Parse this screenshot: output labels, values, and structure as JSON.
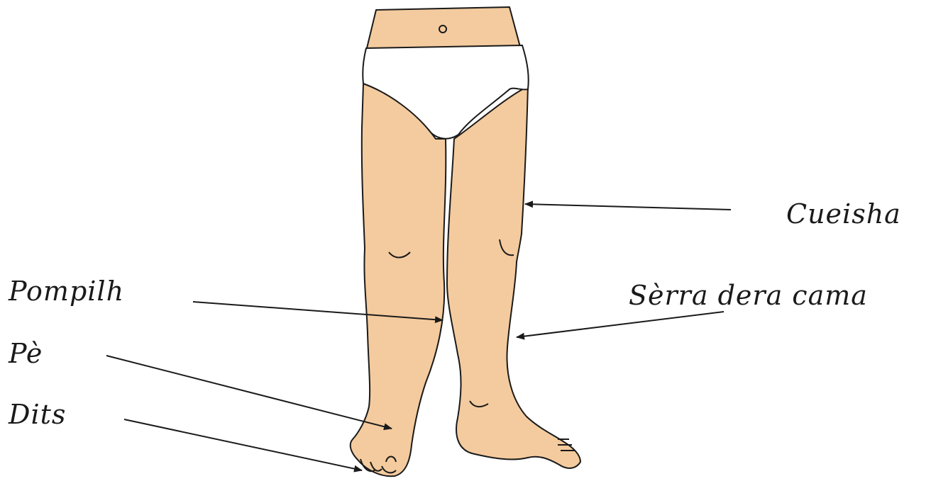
{
  "diagram": {
    "labels": {
      "cueisha": "Cueisha",
      "serra_dera_cama": "Sèrra dera cama",
      "pompilh": "Pompilh",
      "pe": "Pè",
      "dits": "Dits"
    },
    "colors": {
      "skin": "#f4cb9e",
      "underwear": "#ffffff",
      "outline": "#1a1a1a",
      "background": "#ffffff"
    }
  }
}
